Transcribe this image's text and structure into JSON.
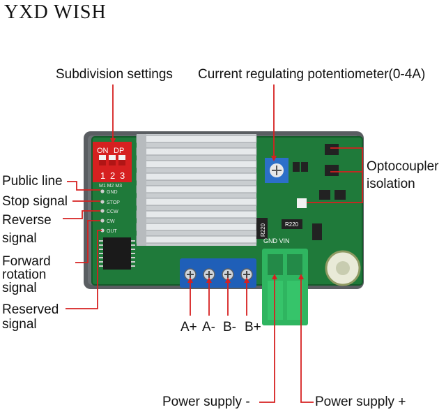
{
  "brand": "YXD WISH",
  "top_labels": {
    "subdivision": "Subdivision settings",
    "potentiometer": "Current regulating potentiometer(0-4A)"
  },
  "left_labels": {
    "public_line": "Public line",
    "stop_signal": "Stop signal",
    "reverse_1": "Reverse",
    "reverse_2": "signal",
    "forward_1": "Forward",
    "forward_2": "rotation",
    "forward_3": "signal",
    "reserved_1": "Reserved",
    "reserved_2": "signal"
  },
  "right_labels": {
    "opto_1": "Optocoupler",
    "opto_2": "isolation"
  },
  "terminals": [
    "A+",
    "A-",
    "B-",
    "B+"
  ],
  "power": {
    "negative": "Power supply -",
    "positive": "Power supply +"
  },
  "board_text": {
    "dip_on": "ON",
    "dip_dp": "DP",
    "dip_nums": [
      "1",
      "2",
      "3"
    ],
    "pins": [
      "M1 M2 M3",
      "GND",
      "STOP",
      "CCW",
      "CW",
      "OUT"
    ],
    "resistor_1": "R220",
    "resistor_2": "R220",
    "gnd_vin": "GND VIN"
  }
}
